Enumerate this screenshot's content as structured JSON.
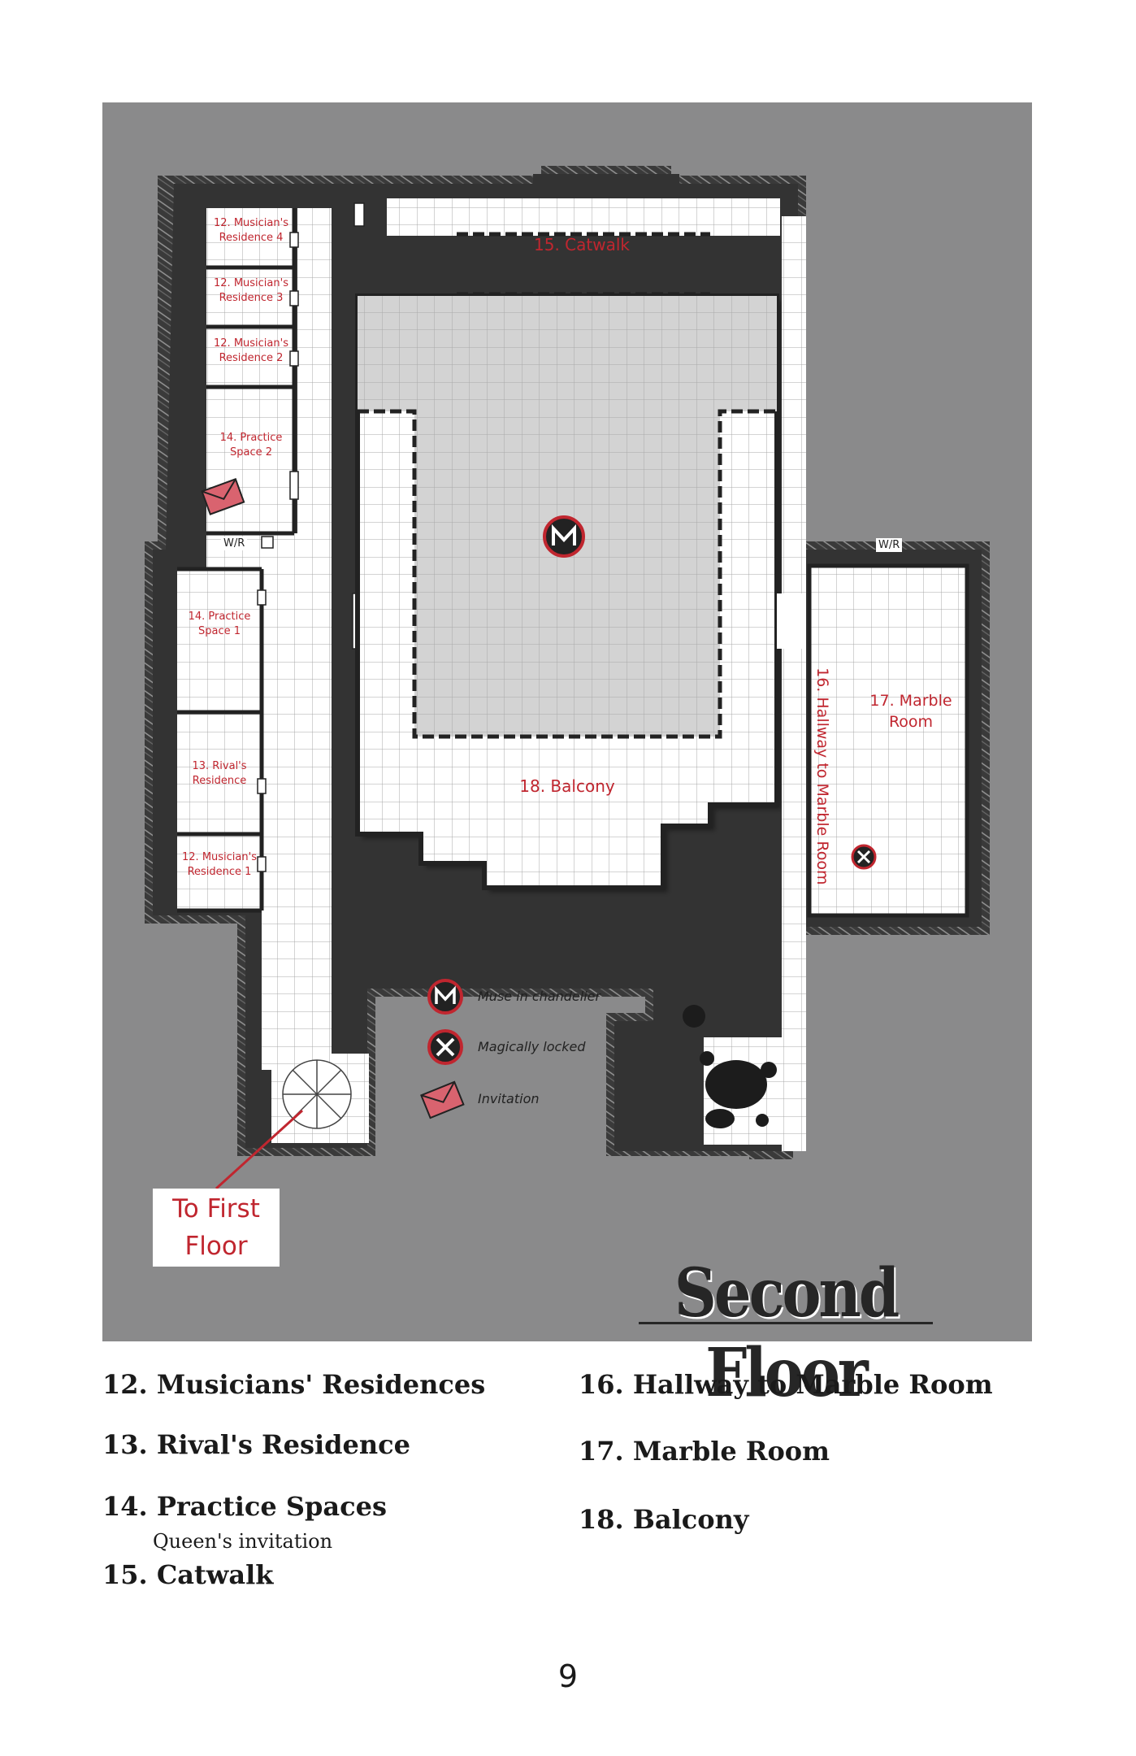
{
  "map": {
    "title": "Second Floor",
    "rooms": {
      "musician_res_4": "12. Musician's\nResidence 4",
      "musician_res_3": "12. Musician's\nResidence 3",
      "musician_res_2": "12. Musician's\nResidence 2",
      "practice_space_2": "14. Practice\nSpace 2",
      "practice_space_1": "14. Practice\nSpace 1",
      "rivals_residence": "13. Rival's\nResidence",
      "musician_res_1": "12. Musician's\nResidence 1",
      "catwalk": "15. Catwalk",
      "balcony": "18. Balcony",
      "hallway": "16. Hallway to Marble Room",
      "marble_room": "17. Marble\nRoom",
      "wr_left": "W/R",
      "wr_right": "W/R"
    },
    "legend": {
      "muse": "Muse in chandelier",
      "locked": "Magically locked",
      "invitation": "Invitation"
    },
    "stairs_label": "To First\nFloor",
    "colors": {
      "floor": "#ffffff",
      "void": "#8a8a8b",
      "pit": "#d3d3d3",
      "label": "#c0262f",
      "grid": "#a9a9a9"
    }
  },
  "key": {
    "left": [
      {
        "label": "12. Musicians' Residences"
      },
      {
        "label": "13. Rival's Residence"
      },
      {
        "label": "14. Practice Spaces",
        "note": "Queen's invitation"
      },
      {
        "label": "15. Catwalk"
      }
    ],
    "right": [
      {
        "label": "16. Hallway to Marble Room"
      },
      {
        "label": "17. Marble Room"
      },
      {
        "label": "18. Balcony"
      }
    ]
  },
  "page_number": "9"
}
